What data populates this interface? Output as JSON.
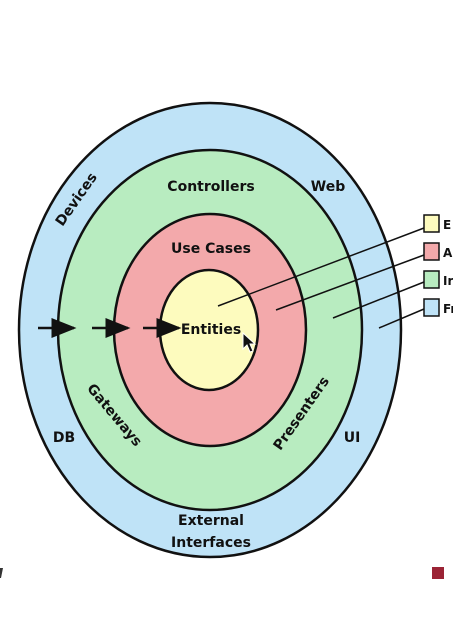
{
  "diagram": {
    "rings": [
      {
        "id": "frameworks",
        "color": "#bfe3f7",
        "labels": {
          "devices": "Devices",
          "web": "Web",
          "db": "DB",
          "ui": "UI",
          "external_line1": "External",
          "external_line2": "Interfaces"
        }
      },
      {
        "id": "adapters",
        "color": "#b8ecc0",
        "labels": {
          "controllers": "Controllers",
          "gateways": "Gateways",
          "presenters": "Presenters"
        }
      },
      {
        "id": "use_cases",
        "color": "#f3a9ab",
        "labels": {
          "use_cases": "Use Cases"
        }
      },
      {
        "id": "entities",
        "color": "#fdfbbe",
        "labels": {
          "entities": "Entities"
        }
      }
    ],
    "legend": [
      {
        "color": "#fdfbbe",
        "label": "E"
      },
      {
        "color": "#f3a9ab",
        "label": "A"
      },
      {
        "color": "#b8ecc0",
        "label": "Ir"
      },
      {
        "color": "#bfe3f7",
        "label": "Fr"
      }
    ],
    "decor": {
      "corner_marker_color": "#9b2335"
    }
  }
}
